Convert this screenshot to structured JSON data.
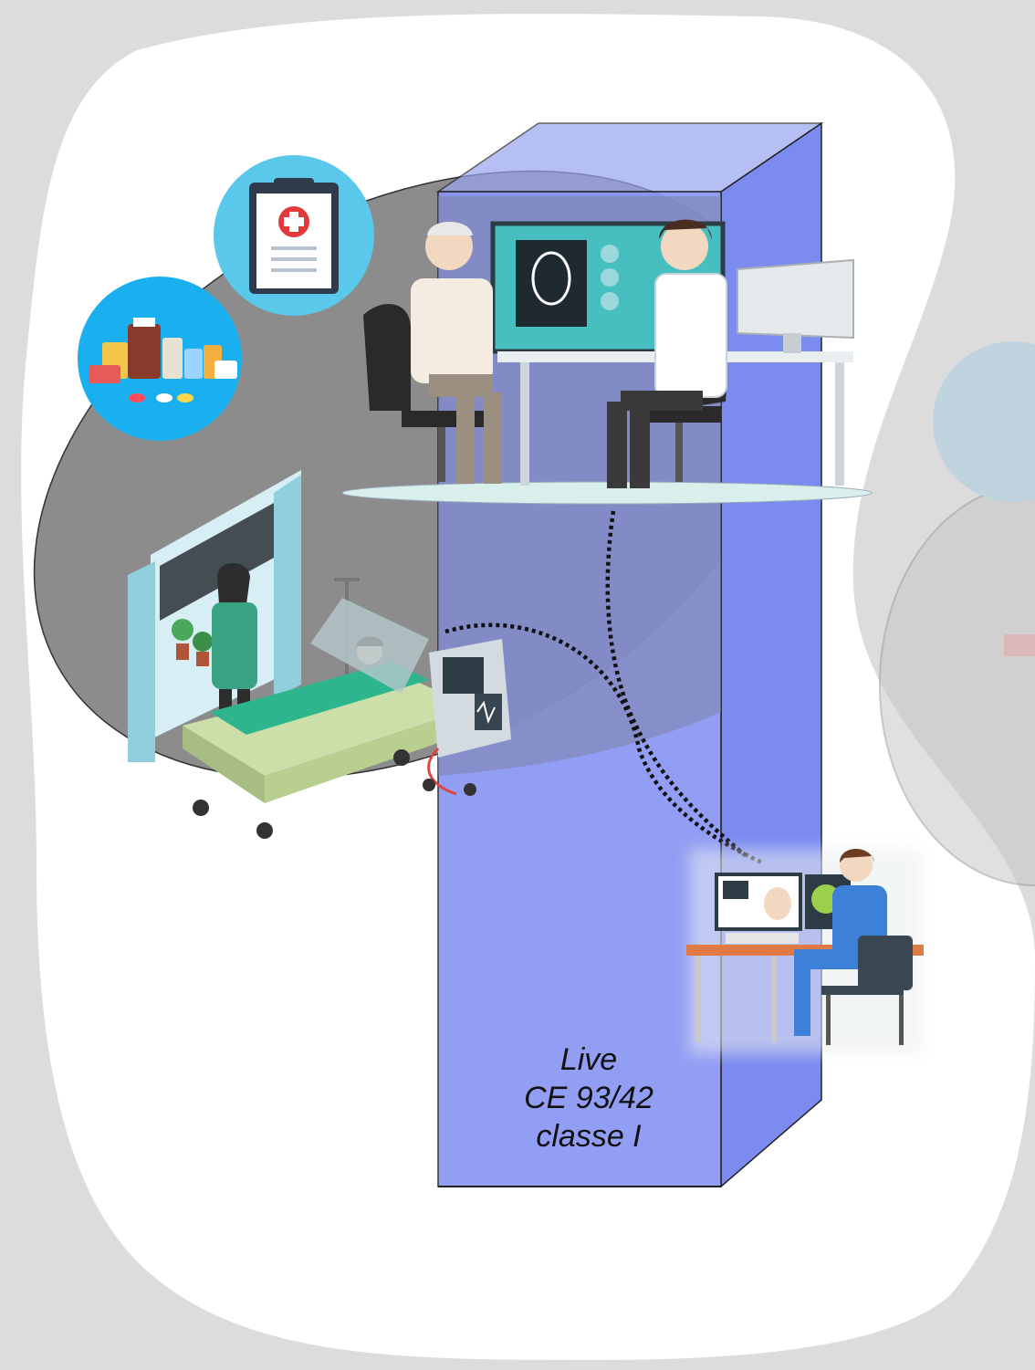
{
  "caption": {
    "line1": "Live",
    "line2": "CE 93/42",
    "line3": "classe I"
  },
  "icons": [
    "medicines-icon",
    "medical-record-icon",
    "doctor-consultation-scene",
    "hospital-room-scene",
    "remote-operator-scene"
  ],
  "colors": {
    "background": "#dcdcdc",
    "blob": "#ffffff",
    "ellipse": "#8c8c8c",
    "prism_front": "#8898f2",
    "prism_side": "#7a89ee",
    "circle_icons": "#45bde6"
  }
}
